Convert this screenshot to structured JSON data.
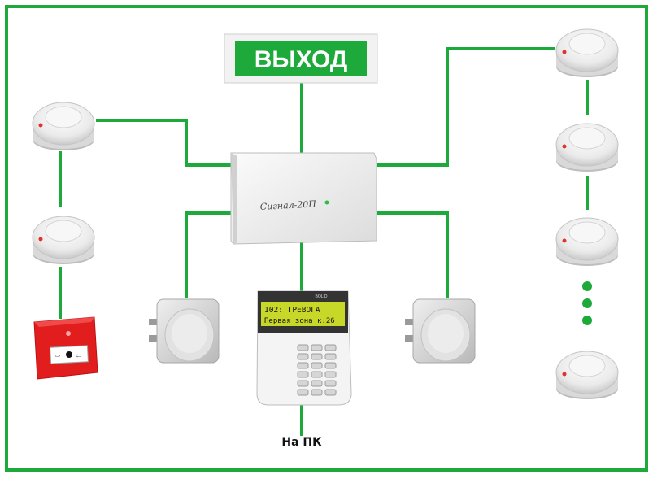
{
  "exit_sign": {
    "text": "ВЫХОД"
  },
  "panel": {
    "label": "Сигнал-20П"
  },
  "keypad": {
    "brand": "BOLID",
    "lcd_line1": "102: ТРЕВОГА",
    "lcd_line2": "Первая зона к.26"
  },
  "caption": {
    "text": "На ПК"
  },
  "colors": {
    "frame": "#1daa3a",
    "wire": "#1daa3a",
    "exit_sign_bg": "#1daa3a",
    "call_point": "#e21d1d"
  },
  "icons": [
    "smoke-detector-icon",
    "manual-call-point-icon",
    "siren-icon",
    "control-panel-icon",
    "keypad-icon",
    "exit-sign-icon",
    "ellipsis-dots-icon"
  ]
}
